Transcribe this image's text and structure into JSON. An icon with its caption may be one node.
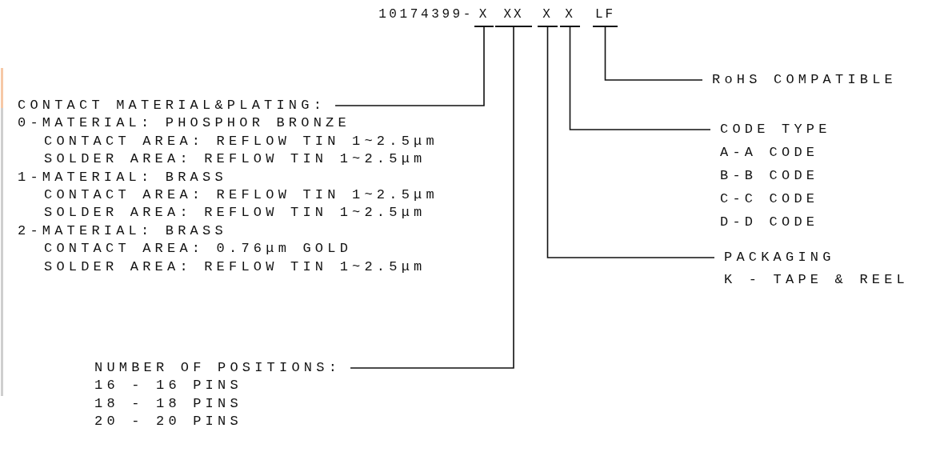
{
  "diagram": {
    "nodes": [
      {
        "text": [
          "X"
        ]
      },
      {
        "text": [
          "XX"
        ]
      },
      {
        "text": [
          "X"
        ]
      },
      {
        "text": [
          "X"
        ]
      },
      {
        "text": [
          "LF"
        ]
      },
      {
        "text": [
          "RoHS COMPATIBLE"
        ]
      },
      {
        "text": [
          "CONTACT MATERIAL&PLATING:"
        ],
        "beside": [
          "0-MATERIAL: PHOSPHOR BRONZE",
          "CONTACT AREA: REFLOW TIN 1~2.5μm",
          "SOLDER AREA: REFLOW TIN 1~2.5μm",
          "1-MATERIAL: BRASS",
          "CONTACT AREA: REFLOW TIN 1~2.5μm",
          "SOLDER AREA: REFLOW TIN 1~2.5μm",
          "2-MATERIAL: BRASS",
          "CONTACT AREA: 0.76μm GOLD",
          "SOLDER AREA: REFLOW TIN 1~2.5μm"
        ]
      },
      {
        "text": [
          "CODE TYPE"
        ],
        "beside": [
          "A-A CODE",
          "B-B CODE",
          "C-C CODE",
          "D-D CODE"
        ]
      },
      {
        "text": [
          "PACKAGING"
        ],
        "beside": [
          "K - TAPE & REEL"
        ]
      },
      {
        "text": [
          "NUMBER OF POSITIONS:"
        ],
        "beside": [
          "16 - 16 PINS",
          "18 - 18 PINS",
          "20 - 20 PINS"
        ]
      }
    ],
    "edges": [
      {
        "from": 0,
        "to": 6,
        "arrow": "none"
      },
      {
        "from": 1,
        "to": 9,
        "arrow": "none"
      },
      {
        "from": 2,
        "to": 8,
        "arrow": "none"
      },
      {
        "from": 3,
        "to": 7,
        "arrow": "none"
      },
      {
        "from": 4,
        "to": 5,
        "arrow": "none"
      }
    ],
    "labels": [
      "10174399-"
    ]
  }
}
